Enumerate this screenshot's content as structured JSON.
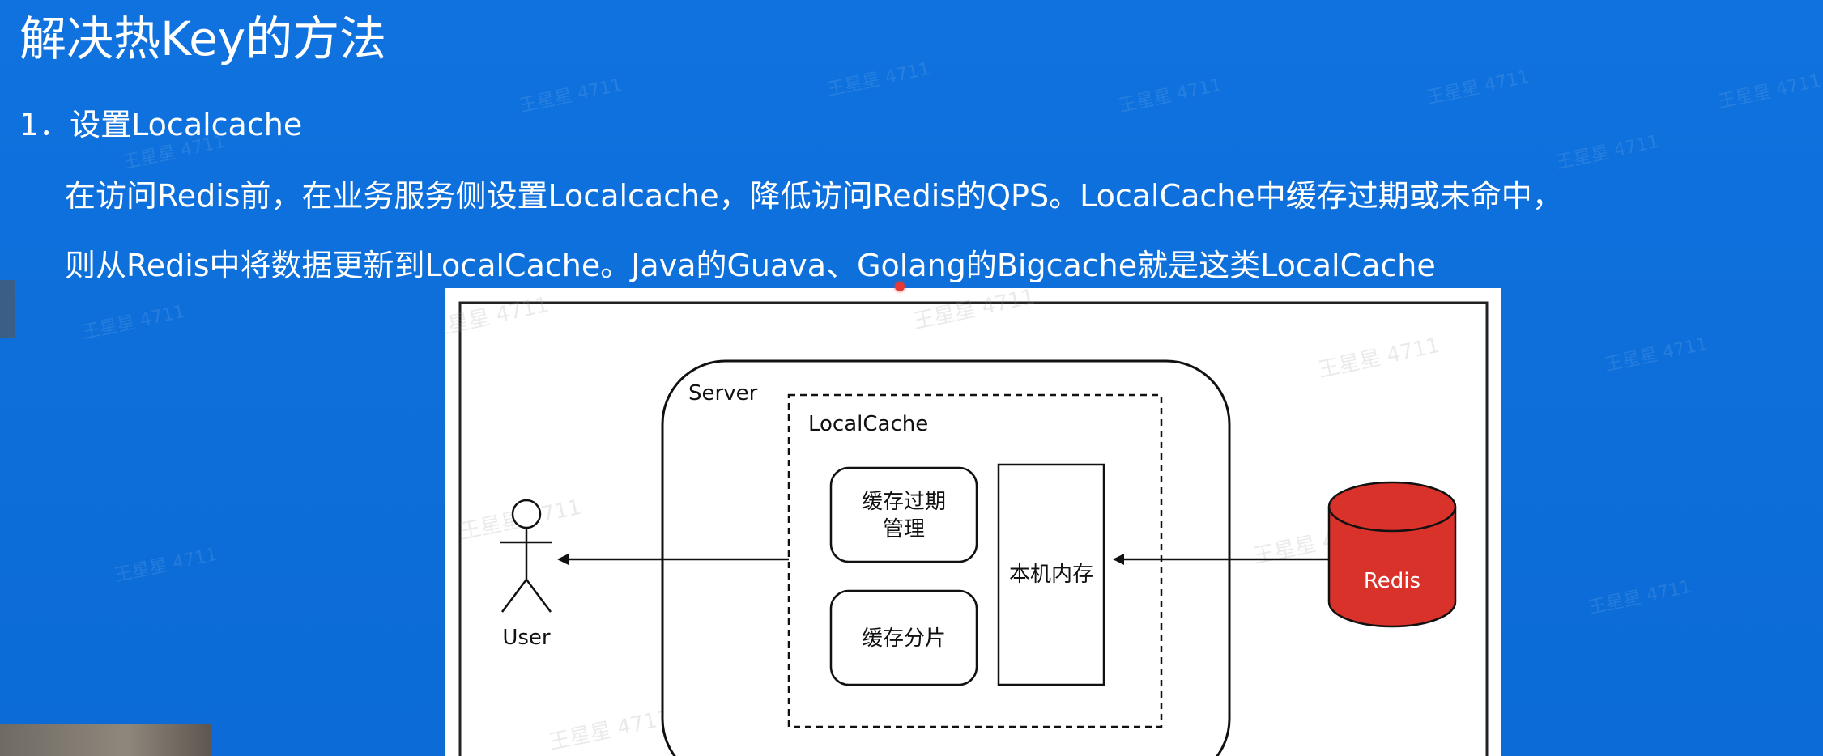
{
  "slide": {
    "title": "解决热Key的方法",
    "item_heading": "1．设置Localcache",
    "paragraph_line_1": "在访问Redis前，在业务服务侧设置Localcache，降低访问Redis的QPS。LocalCache中缓存过期或未命中，",
    "paragraph_line_2": "则从Redis中将数据更新到LocalCache。Java的Guava、Golang的Bigcache就是这类LocalCache"
  },
  "diagram": {
    "server_label": "Server",
    "localcache_label": "LocalCache",
    "expire_mgmt_line1": "缓存过期",
    "expire_mgmt_line2": "管理",
    "shard_label": "缓存分片",
    "memory_label": "本机内存",
    "redis_label": "Redis",
    "user_label": "User",
    "redis_color": "#d9322a"
  },
  "watermark": {
    "text": "王星星 4711"
  }
}
